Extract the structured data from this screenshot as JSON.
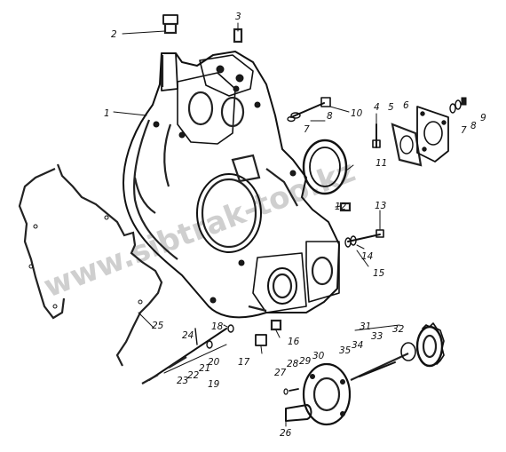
{
  "watermark": "www.sibtrak-too.kz",
  "callouts": {
    "c1": "1",
    "c2": "2",
    "c3": "3",
    "c4": "4",
    "c5": "5",
    "c6": "6",
    "c7a": "7",
    "c7b": "7",
    "c8a": "8",
    "c8b": "8",
    "c9": "9",
    "c10": "10",
    "c11": "11",
    "c12": "12",
    "c13": "13",
    "c14": "14",
    "c15": "15",
    "c16": "16",
    "c17": "17",
    "c18": "18",
    "c19": "19",
    "c20": "20",
    "c21": "21",
    "c22": "22",
    "c23": "23",
    "c24": "24",
    "c25": "25",
    "c26": "26",
    "c27": "27",
    "c28": "28",
    "c29": "29",
    "c30": "30",
    "c31": "31",
    "c32": "32",
    "c33": "33",
    "c34": "34",
    "c35": "35"
  }
}
